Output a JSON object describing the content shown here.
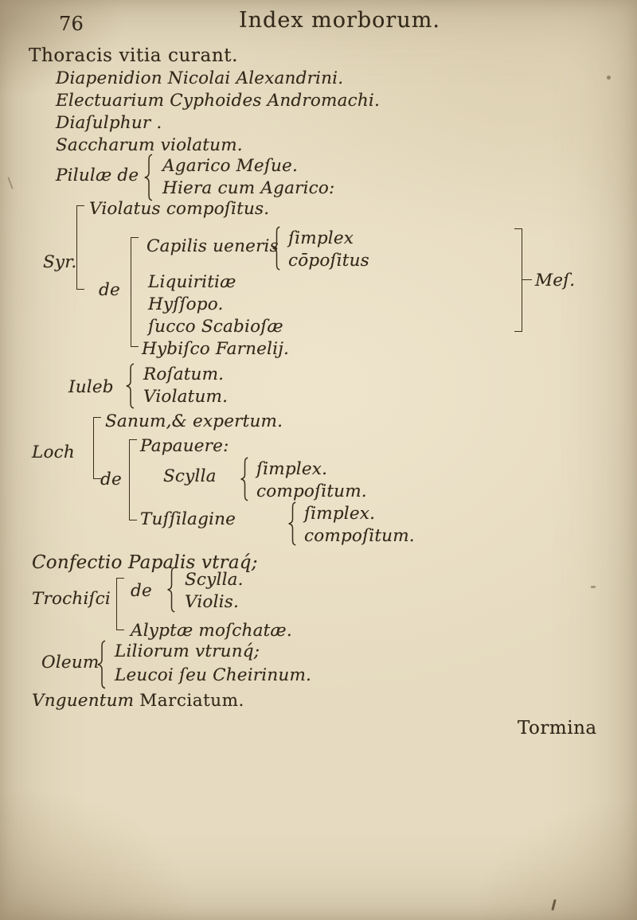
{
  "page": {
    "number": "76",
    "title": "Index morborum.",
    "heading": "Thoracis vitia curant.",
    "catchword": "Tormina"
  },
  "intro_lines": [
    "Diapenidion Nicolai Alexandrini.",
    "Electuarium Cyphoides Andromachi.",
    "Diaſulphur .",
    "Saccharum violatum."
  ],
  "pilulae": {
    "label": "Pilulæ de",
    "items": [
      "Agarico Meſue.",
      "Hiera cum Agarico:"
    ]
  },
  "syr": {
    "label": "Syr.",
    "violatus": "Violatus compoſitus.",
    "de_label": "de",
    "capilis": "Capilis ueneris",
    "capilis_items": [
      "ſimplex",
      "cōpoſitus"
    ],
    "items": [
      "Liquiritiæ",
      "Hyſſopo.",
      "ſucco Scabioſæ",
      "Hybiſco Farnelij."
    ],
    "right_label": "Meſ."
  },
  "iuleb": {
    "label": "Iuleb",
    "items": [
      "Roſatum.",
      "Violatum."
    ]
  },
  "loch": {
    "label": "Loch",
    "sanum": "Sanum,& expertum.",
    "de_label": "de",
    "papauere": "Papauere:",
    "scylla": "Scylla",
    "scylla_items": [
      "ſimplex.",
      "compoſitum."
    ],
    "tussilagine": "Tuſſilagine",
    "tussilagine_items": [
      "ſimplex.",
      "compoſitum."
    ]
  },
  "confectio": "Confectio Papalis vtraq́;",
  "trochisci": {
    "label": "Trochiſci",
    "de_label": "de",
    "de_items": [
      "Scylla.",
      "Violis."
    ],
    "alyptae": "Alyptæ moſchatæ."
  },
  "oleum": {
    "label": "Oleum",
    "items": [
      "Liliorum vtrunq́;",
      "Leucoi ſeu Cheirinum."
    ]
  },
  "vnguentum": {
    "word": "Vnguentum",
    "name": "Marciatum."
  }
}
